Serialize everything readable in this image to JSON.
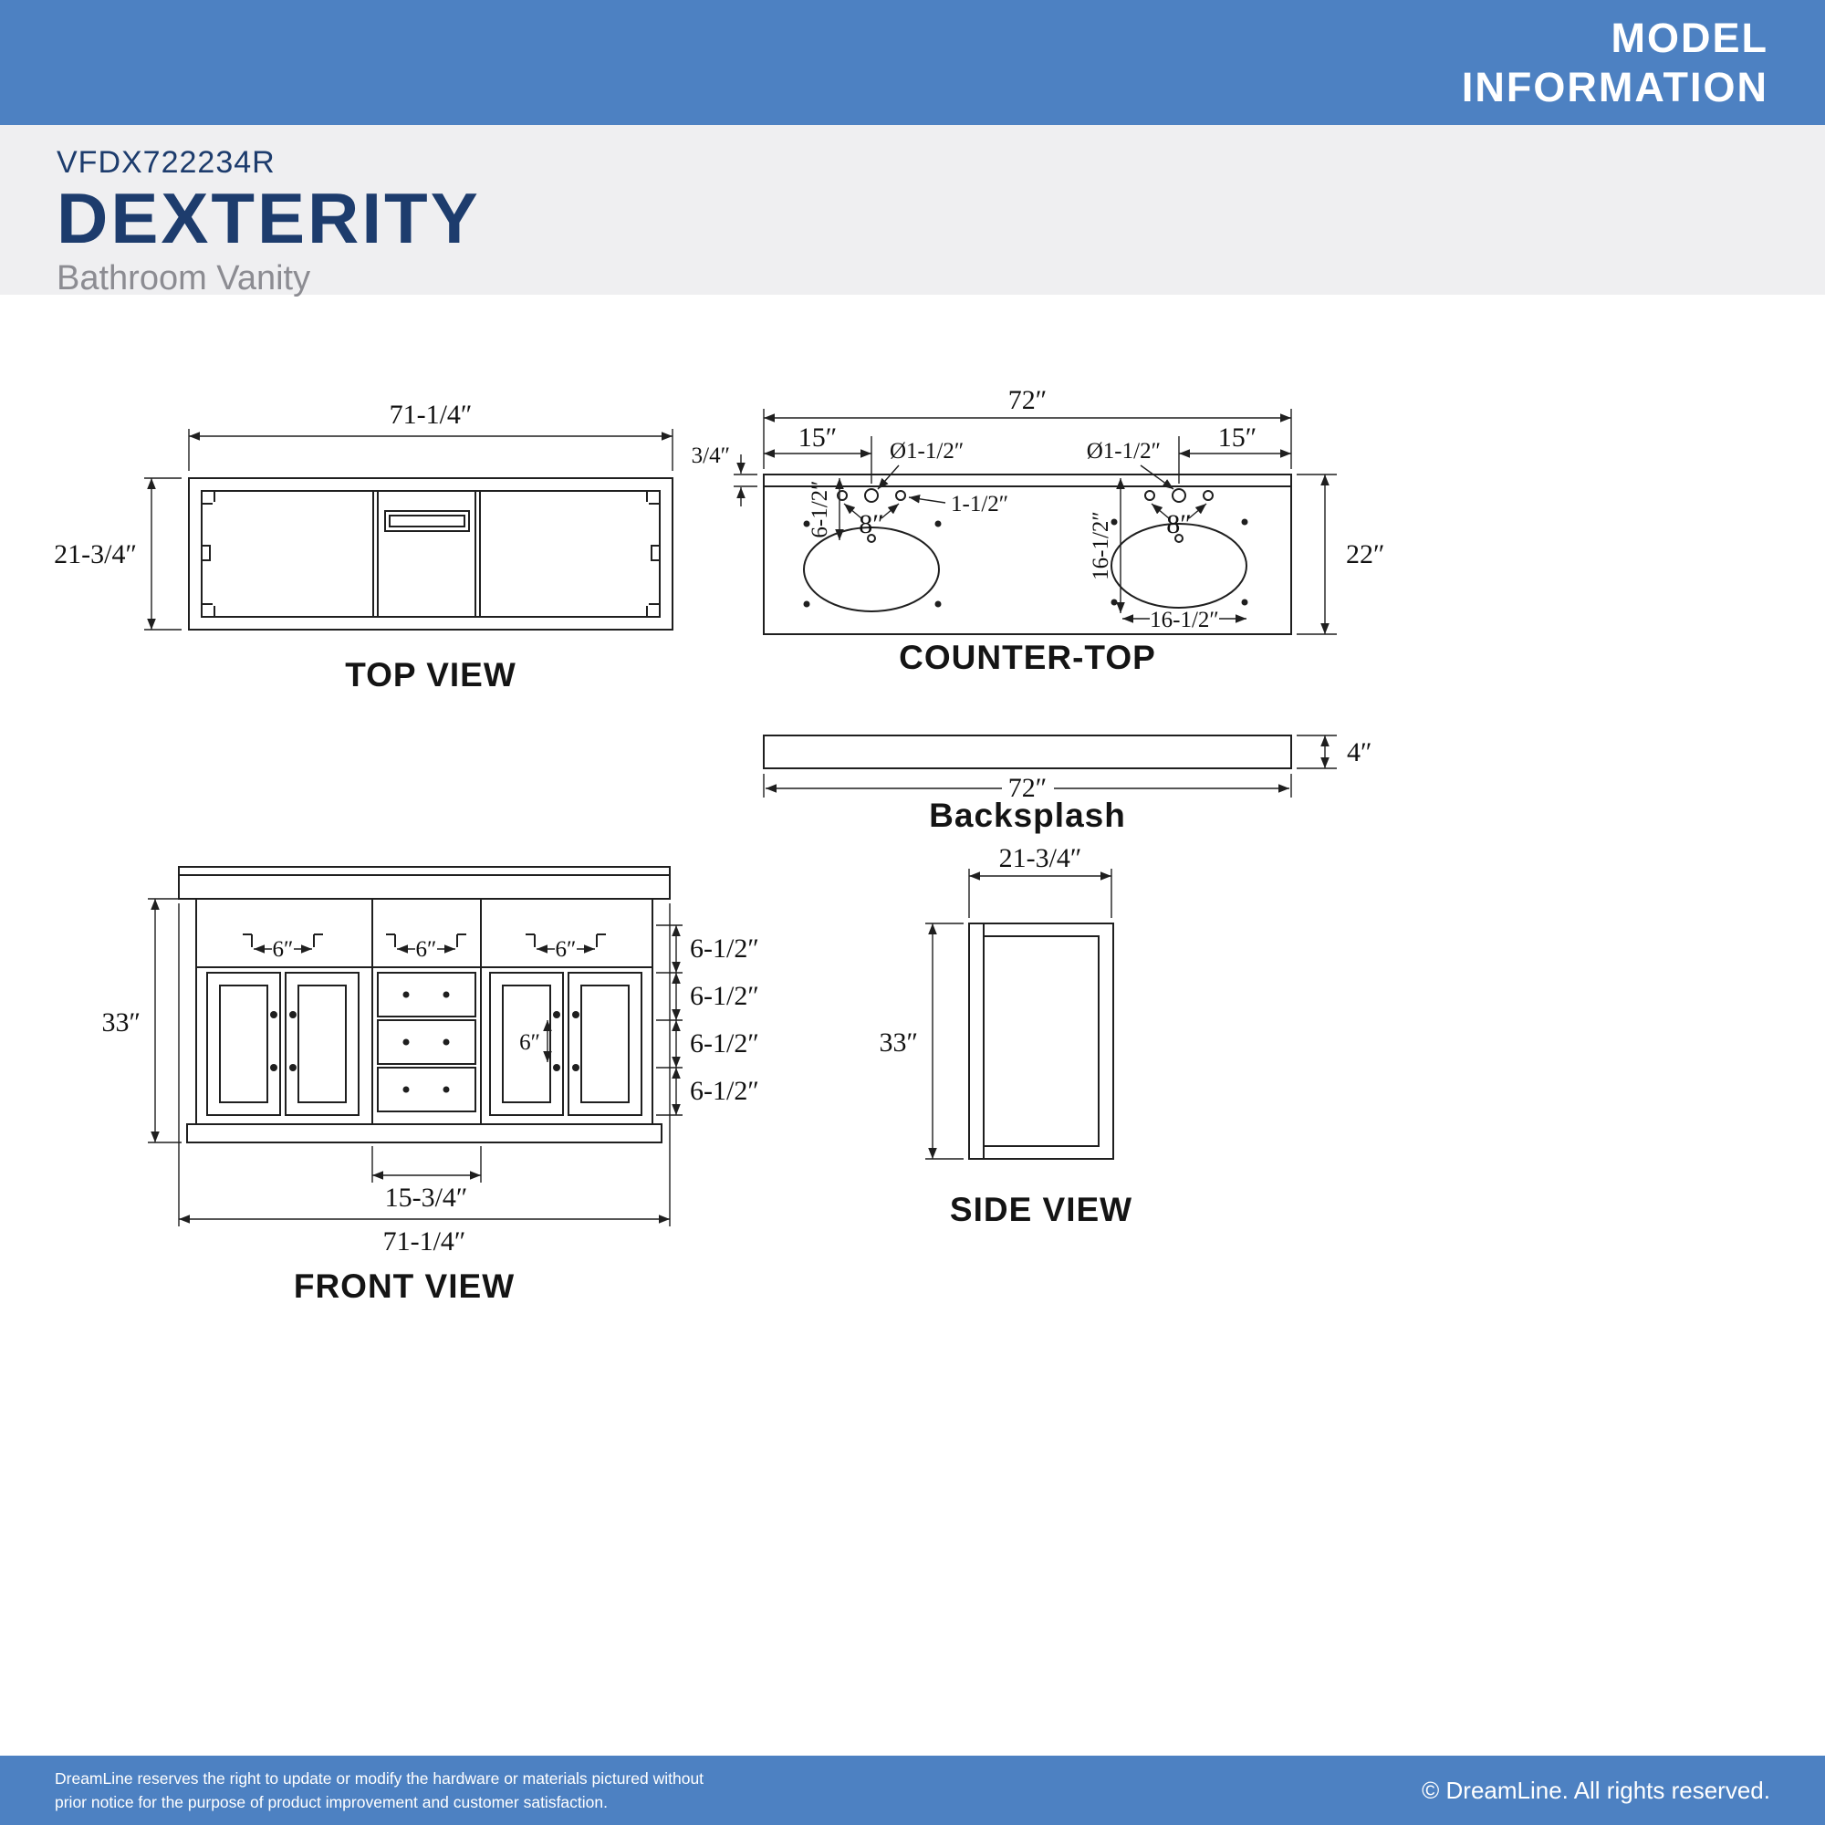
{
  "header": {
    "title_line1": "MODEL",
    "title_line2": "INFORMATION"
  },
  "product": {
    "model": "VFDX722234R",
    "name": "DEXTERITY",
    "subtitle": "Bathroom Vanity"
  },
  "colors": {
    "banner_blue": "#4d81c2",
    "navy": "#1d3c6d",
    "band_gray": "#efeff1",
    "line": "#1f1f1f"
  },
  "top_view": {
    "label": "TOP VIEW",
    "width": "71-1/4″",
    "depth": "21-3/4″"
  },
  "counter_top": {
    "label": "COUNTER-TOP",
    "width": "72″",
    "thickness": "3/4″",
    "faucet_offset_left": "15″",
    "faucet_offset_right": "15″",
    "hole_dia_left": "Ø1-1/2″",
    "hole_dia_right": "Ø1-1/2″",
    "hole_gap": "1-1/2″",
    "spread_left": "8″",
    "spread_right": "8″",
    "back_offset": "6-1/2″",
    "depth": "22″",
    "sink_depth_offset": "16-1/2″",
    "sink_side_offset": "16-1/2″"
  },
  "backsplash": {
    "label": "Backsplash",
    "width": "72″",
    "height": "4″"
  },
  "front_view": {
    "label": "FRONT VIEW",
    "height": "33″",
    "width": "71-1/4″",
    "drawer_width": "15-3/4″",
    "handle_left": "6″",
    "handle_middle": "6″",
    "handle_right": "6″",
    "knob_gap": "6″",
    "row_heights": [
      "6-1/2″",
      "6-1/2″",
      "6-1/2″",
      "6-1/2″"
    ]
  },
  "side_view": {
    "label": "SIDE VIEW",
    "width": "21-3/4″",
    "height": "33″"
  },
  "footer": {
    "disclaimer_line1": "DreamLine reserves the right to update or modify the hardware or materials pictured without",
    "disclaimer_line2": "prior notice for the purpose of product improvement and customer satisfaction.",
    "copyright": "© DreamLine. All rights reserved."
  }
}
